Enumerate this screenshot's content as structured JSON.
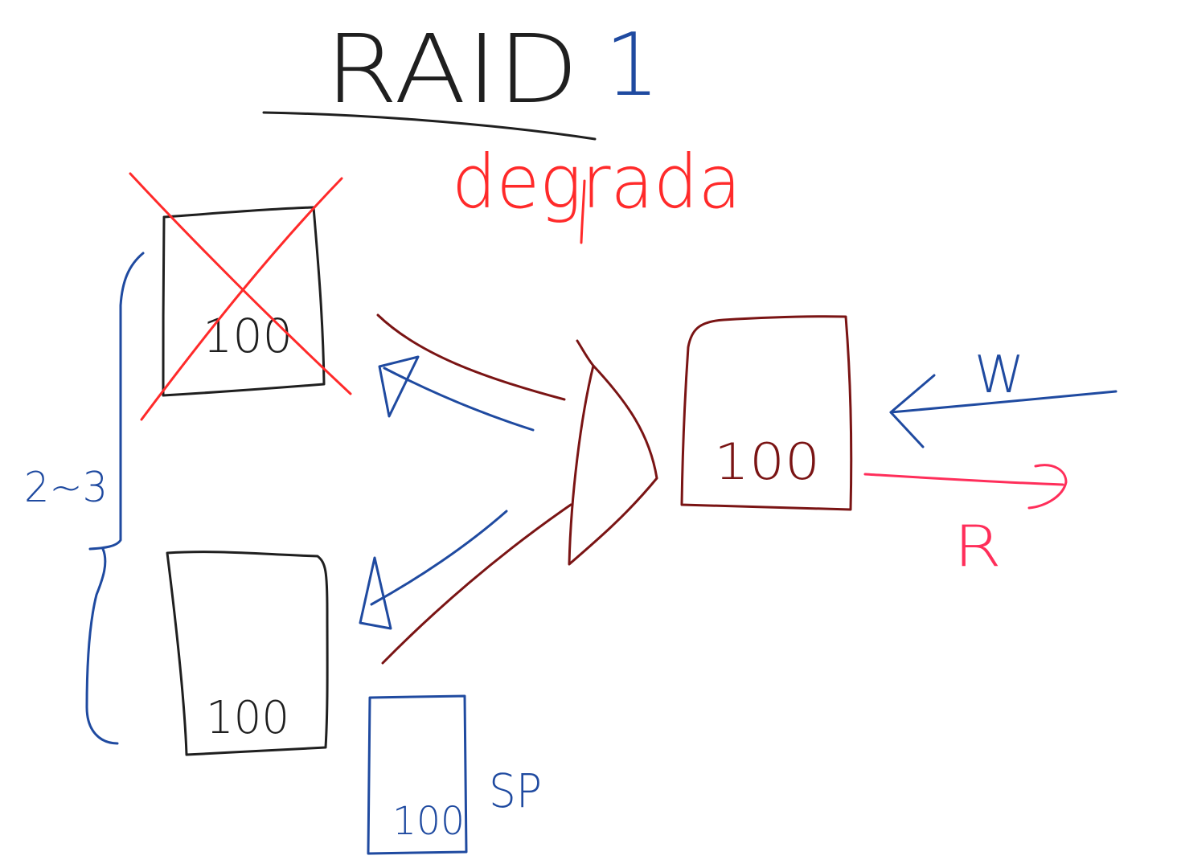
{
  "colors": {
    "ink_black": "#1f1f1f",
    "ink_red": "#ff2a2a",
    "ink_darkred": "#7a1414",
    "ink_blue": "#1f4aa0",
    "ink_pink": "#ff2e5a",
    "background": "#ffffff"
  },
  "title": {
    "raid": "RAID",
    "level": "1",
    "state": "degrada"
  },
  "disks": {
    "disk_1": {
      "label": "100",
      "failed": true
    },
    "disk_2": {
      "label": "100",
      "failed": false
    },
    "spare": {
      "label": "100",
      "tag": "SP"
    },
    "logical": {
      "label": "100"
    }
  },
  "annotations": {
    "group": "2~3",
    "write": "W",
    "read": "R"
  }
}
